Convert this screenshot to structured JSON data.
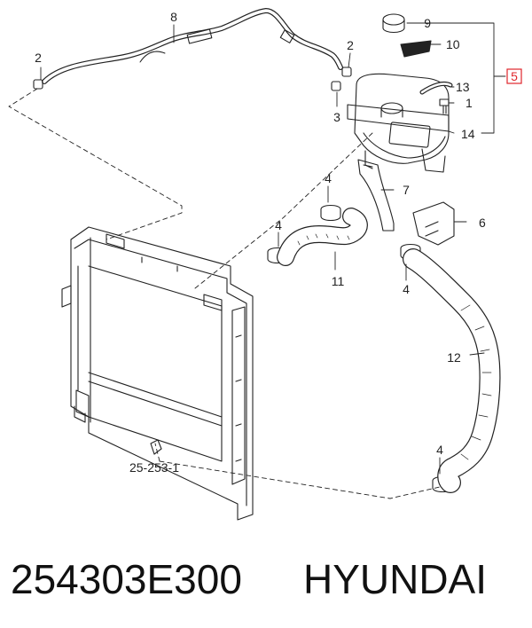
{
  "diagram": {
    "callouts": [
      {
        "id": "c8",
        "text": "8"
      },
      {
        "id": "c9",
        "text": "9"
      },
      {
        "id": "c10",
        "text": "10"
      },
      {
        "id": "c5",
        "text": "5"
      },
      {
        "id": "c2a",
        "text": "2"
      },
      {
        "id": "c2b",
        "text": "2"
      },
      {
        "id": "c13",
        "text": "13"
      },
      {
        "id": "c1",
        "text": "1"
      },
      {
        "id": "c3",
        "text": "3"
      },
      {
        "id": "c14",
        "text": "14"
      },
      {
        "id": "c7",
        "text": "7"
      },
      {
        "id": "c4a",
        "text": "4"
      },
      {
        "id": "c6",
        "text": "6"
      },
      {
        "id": "c4b",
        "text": "4"
      },
      {
        "id": "c11",
        "text": "11"
      },
      {
        "id": "c4c",
        "text": "4"
      },
      {
        "id": "c12",
        "text": "12"
      },
      {
        "id": "cref",
        "text": "25-253-1"
      },
      {
        "id": "c4d",
        "text": "4"
      }
    ],
    "highlight_color": "#e0262b"
  },
  "caption": {
    "part_number": "254303E300",
    "brand": "HYUNDAI"
  }
}
